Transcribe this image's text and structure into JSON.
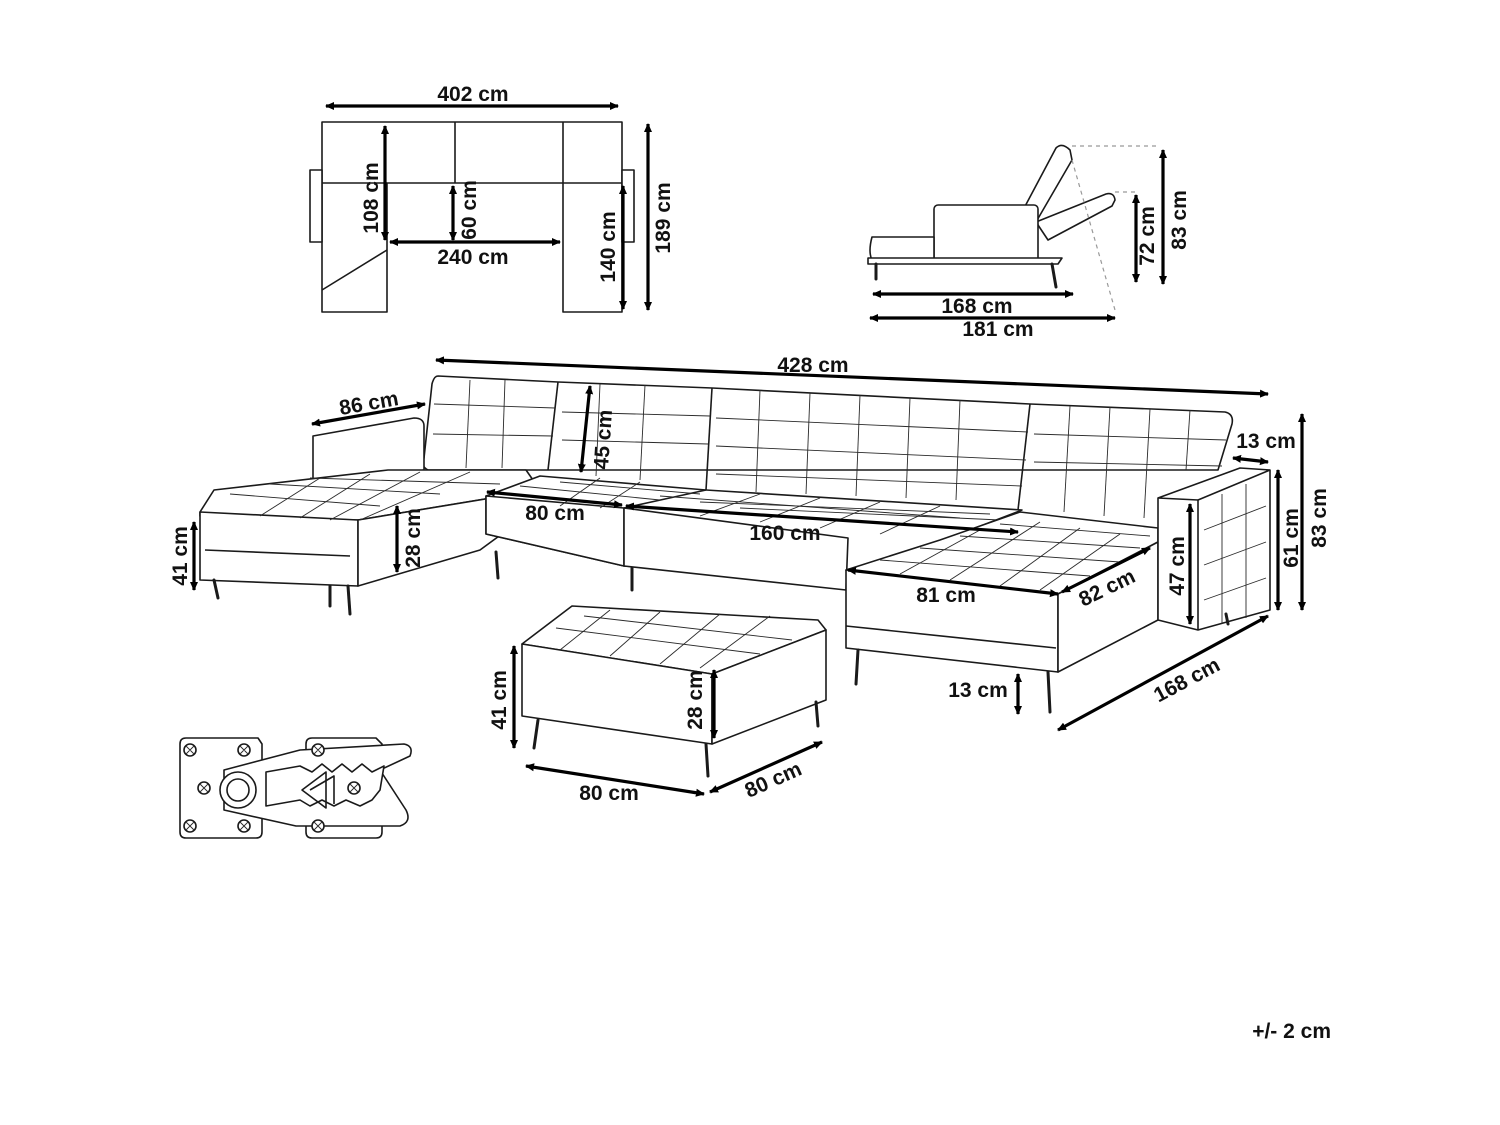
{
  "dimensions": {
    "top_width": "402 cm",
    "top_depth_arm": "108 cm",
    "top_depth_seat": "60 cm",
    "top_inner_width": "240 cm",
    "top_chaise_depth": "140 cm",
    "top_total_depth": "189 cm",
    "side_back_height": "72 cm",
    "side_total_height": "83 cm",
    "side_seat_length": "168 cm",
    "side_total_length": "181 cm",
    "overall_width": "428 cm",
    "arm_length": "86 cm",
    "backrest_height": "45 cm",
    "arm_width": "13 cm",
    "seat_height": "41 cm",
    "cushion_height": "28 cm",
    "seat_module_width": "80 cm",
    "middle_width": "160 cm",
    "chaise_width": "81 cm",
    "chaise_depth": "82 cm",
    "arm_height": "47 cm",
    "arm_total_height": "61 cm",
    "total_height": "83 cm",
    "leg_height": "13 cm",
    "chaise_length": "168 cm",
    "ottoman_height": "41 cm",
    "ottoman_cushion": "28 cm",
    "ottoman_width": "80 cm",
    "ottoman_depth": "80 cm"
  },
  "tolerance": "+/- 2 cm"
}
